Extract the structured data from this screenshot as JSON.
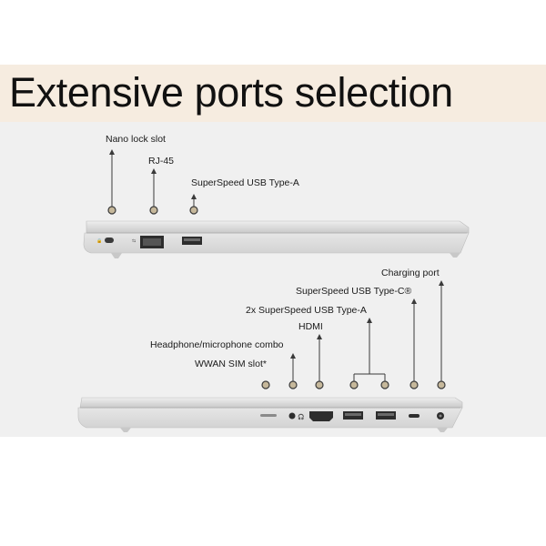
{
  "title": "Extensive ports selection",
  "labels": {
    "nano_lock_slot": "Nano lock slot",
    "rj45": "RJ-45",
    "usb_a_left": "SuperSpeed USB Type-A",
    "charging_port": "Charging port",
    "usb_c": "SuperSpeed USB Type-C®",
    "usb_a_right": "2x SuperSpeed USB Type-A",
    "hdmi": "HDMI",
    "headphone": "Headphone/microphone combo",
    "wwan_sim": "WWAN SIM slot*"
  },
  "colors": {
    "title_band": "#f6ece0",
    "panel": "#f0f0f0",
    "marker_fill": "#c6b89b",
    "marker_stroke": "#3a3a3a",
    "laptop_silver": "#d9d9d9"
  }
}
